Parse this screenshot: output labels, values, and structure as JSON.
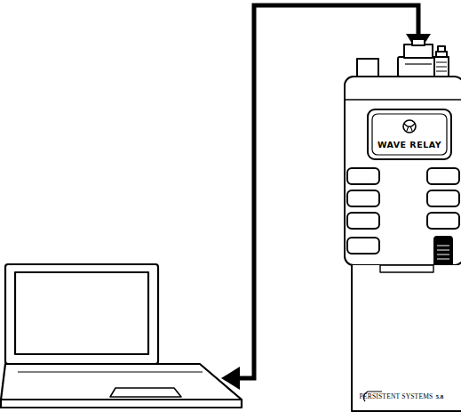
{
  "diagram": {
    "labels": [
      "WAVE RELAY",
      "PERSISTENT SYSTEMS",
      "5.8"
    ]
  }
}
